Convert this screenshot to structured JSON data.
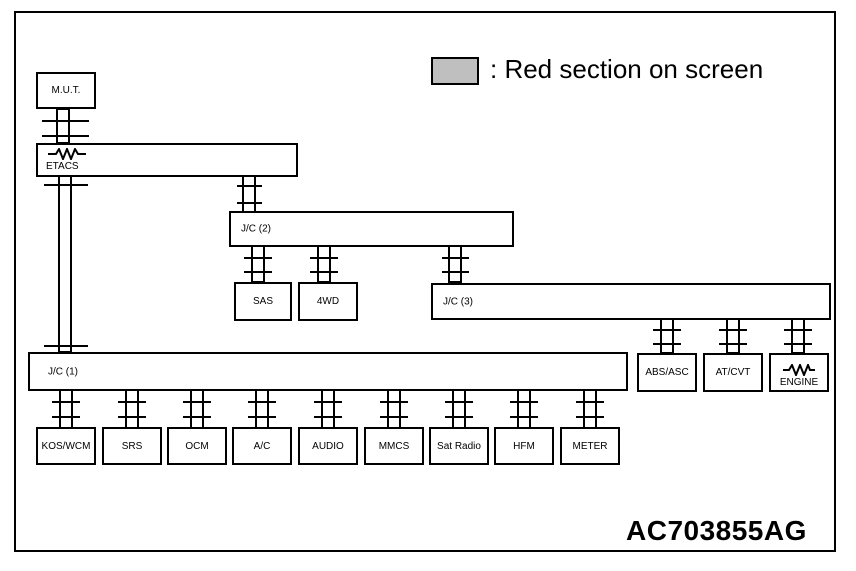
{
  "legend": {
    "text": ": Red section on screen",
    "swatch_color": "#bfbfbf"
  },
  "code": "AC703855AG",
  "nodes": {
    "mut": "M.U.T.",
    "etacs": "ETACS",
    "jc2": "J/C (2)",
    "sas": "SAS",
    "fourwd": "4WD",
    "jc3": "J/C (3)",
    "abs": "ABS/ASC",
    "at": "AT/CVT",
    "engine": "ENGINE",
    "jc1": "J/C (1)",
    "kos": "KOS/WCM",
    "srs": "SRS",
    "ocm": "OCM",
    "ac": "A/C",
    "audio": "AUDIO",
    "mmcs": "MMCS",
    "satradio": "Sat Radio",
    "hfm": "HFM",
    "meter": "METER"
  }
}
